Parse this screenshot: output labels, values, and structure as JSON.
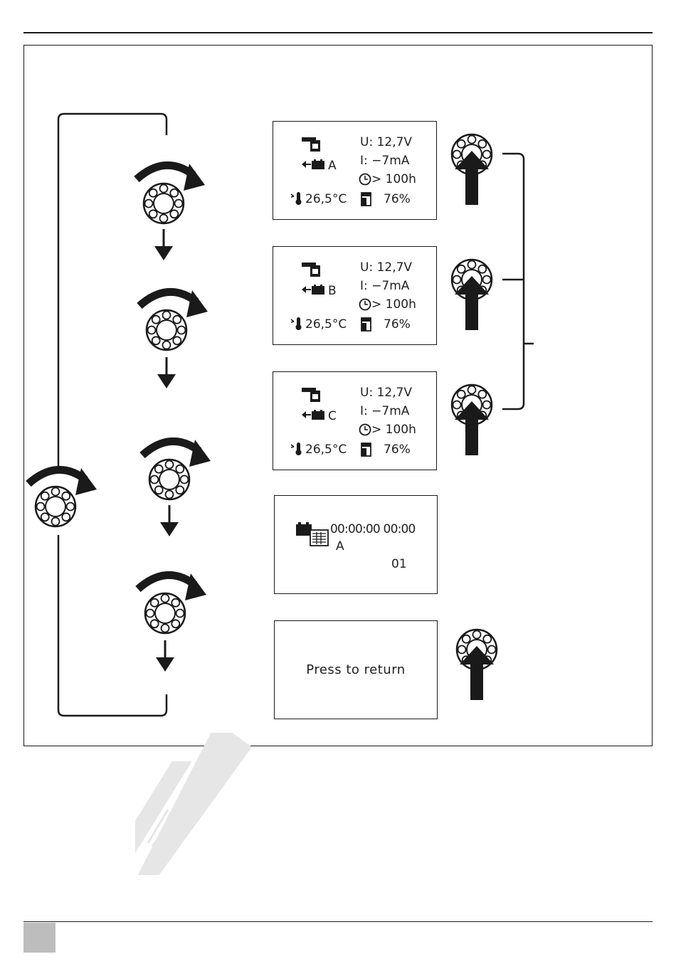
{
  "screens": [
    {
      "mode": "A",
      "voltage": "U: 12,7V",
      "current": "I:  −7mA",
      "time": "> 100h",
      "temperature": "26,5°C",
      "charge": "76%"
    },
    {
      "mode": "B",
      "voltage": "U: 12,7V",
      "current": "I:  −7mA",
      "time": "> 100h",
      "temperature": "26,5°C",
      "charge": "76%"
    },
    {
      "mode": "C",
      "voltage": "U: 12,7V",
      "current": "I:  −7mA",
      "time": "> 100h",
      "temperature": "26,5°C",
      "charge": "76%"
    }
  ],
  "log_screen": {
    "datetime": "00:00:00 00:00",
    "mode": "A",
    "number": "01"
  },
  "return_screen": {
    "text": "Press  to  return"
  },
  "icons": [
    "charger-icon",
    "battery-arrow-icon",
    "thermometer-icon",
    "clock-icon",
    "battery-level-icon",
    "battery-log-icon",
    "rotary-knob-icon",
    "rotate-arrow-icon",
    "down-arrow-icon",
    "press-arrow-icon"
  ],
  "colors": {
    "line": "#1a1a1a",
    "background": "#ffffff",
    "page_marker": "#bdbdbd"
  }
}
